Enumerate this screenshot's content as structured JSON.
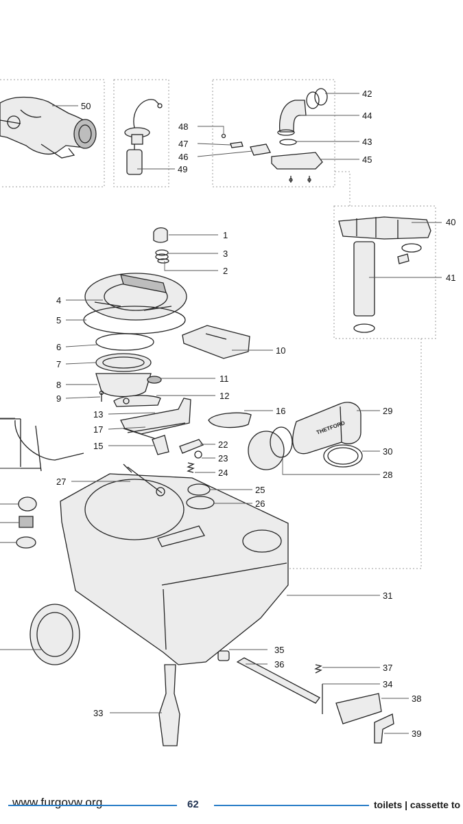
{
  "diagram": {
    "labels": {
      "p1": "1",
      "p2": "2",
      "p3": "3",
      "p4": "4",
      "p5": "5",
      "p6": "6",
      "p7": "7",
      "p8": "8",
      "p9": "9",
      "p10": "10",
      "p11": "11",
      "p12": "12",
      "p13": "13",
      "p15": "15",
      "p16": "16",
      "p17": "17",
      "p22": "22",
      "p23": "23",
      "p24": "24",
      "p25": "25",
      "p26": "26",
      "p27": "27",
      "p28": "28",
      "p29": "29",
      "p30": "30",
      "p31": "31",
      "p33": "33",
      "p34": "34",
      "p35": "35",
      "p36": "36",
      "p37": "37",
      "p38": "38",
      "p39": "39",
      "p40": "40",
      "p41": "41",
      "p42": "42",
      "p43": "43",
      "p44": "44",
      "p45": "45",
      "p46": "46",
      "p47": "47",
      "p48": "48",
      "p49": "49",
      "p50": "50"
    },
    "brand_mark": "THETFORD"
  },
  "footer": {
    "website": "www.furgovw.org",
    "page_number": "62",
    "section_title": "toilets | cassette to"
  },
  "colors": {
    "accent_line": "#2a7ec8",
    "page_number": "#1e3050"
  }
}
